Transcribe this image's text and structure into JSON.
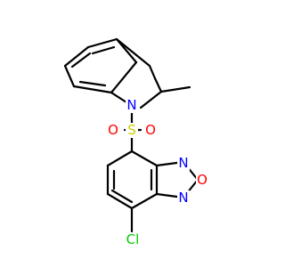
{
  "molecule": {
    "atoms": [
      {
        "id": "N1",
        "symbol": "N",
        "color": "#0000FF"
      },
      {
        "id": "S1",
        "symbol": "S",
        "color": "#CCCC00"
      },
      {
        "id": "O1",
        "symbol": "O",
        "color": "#FF0000"
      },
      {
        "id": "O2",
        "symbol": "O",
        "color": "#FF0000"
      },
      {
        "id": "N2",
        "symbol": "N",
        "color": "#0000FF"
      },
      {
        "id": "O3",
        "symbol": "O",
        "color": "#FF0000"
      },
      {
        "id": "N3",
        "symbol": "N",
        "color": "#0000FF"
      },
      {
        "id": "Cl1",
        "symbol": "Cl",
        "color": "#00CC00"
      }
    ],
    "bond_color": "#000000",
    "background": "#ffffff"
  }
}
